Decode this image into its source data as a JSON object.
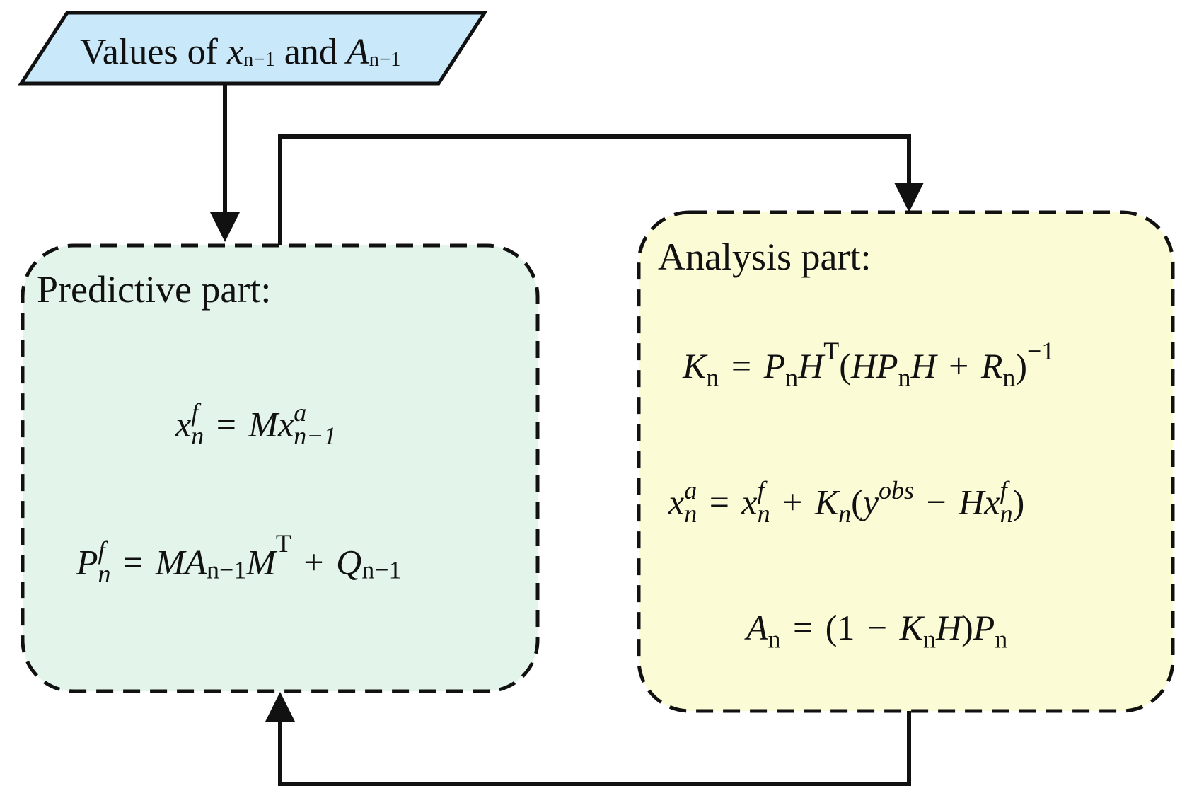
{
  "input": {
    "prefix": "Values of ",
    "var1": "x",
    "sub1": "n−1",
    "middle": " and ",
    "var2": "A",
    "sub2": "n−1"
  },
  "predictive": {
    "title": "Predictive part:",
    "eq1": {
      "lhs_base": "x",
      "lhs_sup": "f",
      "lhs_sub": "n",
      "equals": "=",
      "rhs_M": "M",
      "rhs_base": "x",
      "rhs_sup": "a",
      "rhs_sub": "n−1"
    },
    "eq2": {
      "lhs_base": "P",
      "lhs_sup": "f",
      "lhs_sub": "n",
      "equals": "=",
      "t1": "MA",
      "t1_sub": "n−1",
      "t2": "M",
      "t2_sup": "T",
      "plus": "+",
      "t3": "Q",
      "t3_sub": "n−1"
    }
  },
  "analysis": {
    "title": "Analysis part:",
    "eq1": {
      "lhs": "K",
      "lhs_sub": "n",
      "equals": "=",
      "p": "P",
      "p_sub": "n",
      "h": "H",
      "h_sup": "T",
      "open": "(",
      "hp": "HP",
      "hp_sub": "n",
      "h2": "H",
      "plus": "+",
      "r": "R",
      "r_sub": "n",
      "close": ")",
      "exp": "−1"
    },
    "eq2": {
      "lhs_base": "x",
      "lhs_sup": "a",
      "lhs_sub": "n",
      "equals": "=",
      "xf_base": "x",
      "xf_sup": "f",
      "xf_sub": "n",
      "plus": "+",
      "k": "K",
      "k_sub": "n",
      "open": "(",
      "y": "y",
      "y_sup": "obs",
      "minus": "−",
      "hx": "Hx",
      "hx_sup": "f",
      "hx_sub": "n",
      "close": ")"
    },
    "eq3": {
      "lhs": "A",
      "lhs_sub": "n",
      "equals": "=",
      "open": "(1",
      "minus": "−",
      "k": "K",
      "k_sub": "n",
      "h": "H",
      "close": ")",
      "p": "P",
      "p_sub": "n"
    }
  },
  "colors": {
    "input_fill": "#c9e9fb",
    "predictive_fill": "#e3f5ea",
    "analysis_fill": "#fbfbd6",
    "stroke": "#111111"
  }
}
